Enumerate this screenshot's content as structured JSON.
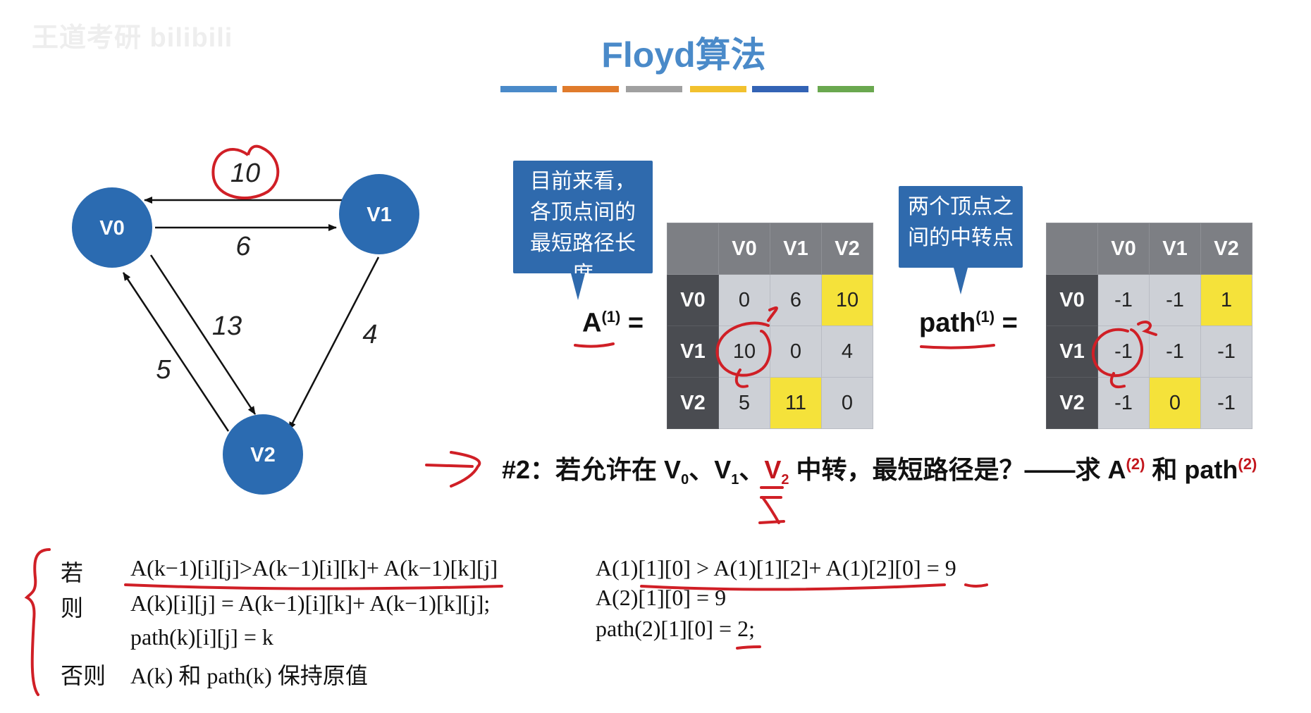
{
  "watermark": "王道考研 bilibili",
  "title": "Floyd算法",
  "color_bars": [
    "#4a8ac9",
    "#e07b2c",
    "#a0a0a0",
    "#f2c12e",
    "#3363b5",
    "#6aa84f"
  ],
  "graph": {
    "nodes": [
      "V0",
      "V1",
      "V2"
    ],
    "edges": [
      {
        "from": "V1",
        "to": "V0",
        "weight": "10"
      },
      {
        "from": "V0",
        "to": "V1",
        "weight": "6"
      },
      {
        "from": "V0",
        "to": "V2",
        "weight": "13"
      },
      {
        "from": "V1",
        "to": "V2",
        "weight": "4"
      },
      {
        "from": "V2",
        "to": "V0",
        "weight": "5"
      }
    ]
  },
  "callout_a": "目前来看，各顶点间的最短路径长度",
  "callout_path": "两个顶点之间的中转点",
  "matrix_a": {
    "label": "A",
    "sup": "(1)",
    "cols": [
      "V0",
      "V1",
      "V2"
    ],
    "rows": [
      {
        "name": "V0",
        "cells": [
          "0",
          "6",
          "10"
        ]
      },
      {
        "name": "V1",
        "cells": [
          "10",
          "0",
          "4"
        ]
      },
      {
        "name": "V2",
        "cells": [
          "5",
          "11",
          "0"
        ]
      }
    ]
  },
  "matrix_path": {
    "label": "path",
    "sup": "(1)",
    "cols": [
      "V0",
      "V1",
      "V2"
    ],
    "rows": [
      {
        "name": "V0",
        "cells": [
          "-1",
          "-1",
          "1"
        ]
      },
      {
        "name": "V1",
        "cells": [
          "-1",
          "-1",
          "-1"
        ]
      },
      {
        "name": "V2",
        "cells": [
          "-1",
          "0",
          "-1"
        ]
      }
    ]
  },
  "step": {
    "prefix": "#2：若允许在 ",
    "v0": "V",
    "v0_sub": "0",
    "sep1": "、",
    "v1": "V",
    "v1_sub": "1",
    "sep2": "、",
    "v2": "V",
    "v2_sub": "2",
    "middle": " 中转，最短路径是？——求 ",
    "a": "A",
    "a_sup": "(2)",
    "and": " 和 ",
    "path": "path",
    "path_sup": "(2)"
  },
  "rule": {
    "if_label": "若",
    "then_label": "则",
    "else_label": "否则",
    "cond": "A(k−1)[i][j]>A(k−1)[i][k]+ A(k−1)[k][j]",
    "then1": "A(k)[i][j] = A(k−1)[i][k]+ A(k−1)[k][j];",
    "then2": "path(k)[i][j] = k",
    "else_text": "A(k) 和 path(k) 保持原值"
  },
  "example": {
    "line1": "A(1)[1][0] > A(1)[1][2]+ A(1)[2][0] = 9",
    "line2": "A(2)[1][0] = 9",
    "line3": "path(2)[1][0] = 2;"
  }
}
